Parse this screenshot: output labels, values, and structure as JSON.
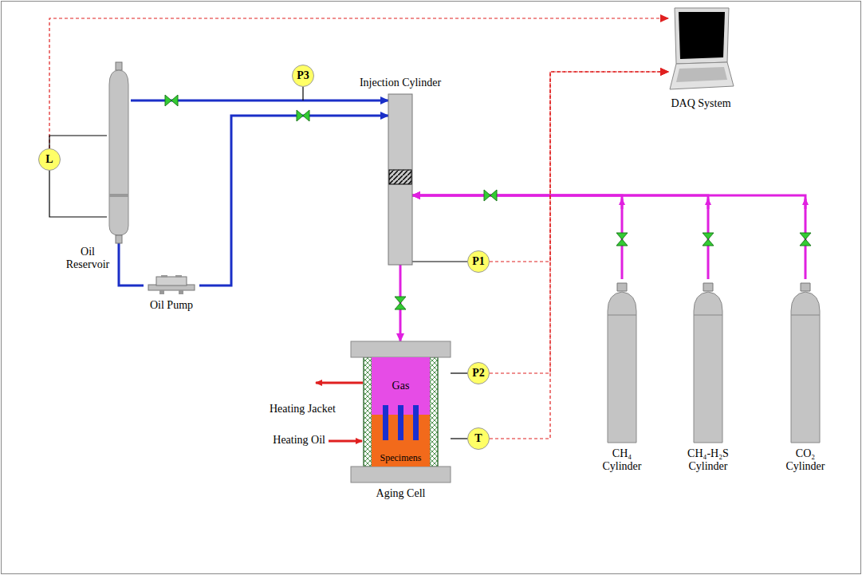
{
  "diagram": {
    "nodes": [
      {
        "text": [
          "Oil Reservoir"
        ]
      },
      {
        "text": [
          "Injection Cylinder"
        ]
      },
      {
        "text": [
          "Oil Pump"
        ]
      },
      {
        "text": [
          "DAQ System"
        ]
      },
      {
        "text": [
          "Aging Cell"
        ]
      },
      {
        "text": [
          "Gas"
        ],
        "in": 4
      },
      {
        "text": [
          "Specimens"
        ],
        "in": 4
      },
      {
        "text": [
          "CH₄ Cylinder"
        ]
      },
      {
        "text": [
          "CH₄-H₂S Cylinder"
        ]
      },
      {
        "text": [
          "CO₂ Cylinder"
        ]
      },
      {
        "text": [
          "L"
        ]
      },
      {
        "text": [
          "P3"
        ]
      },
      {
        "text": [
          "P1"
        ]
      },
      {
        "text": [
          "P2"
        ]
      },
      {
        "text": [
          "T"
        ]
      }
    ],
    "edges": [
      {
        "from": 0,
        "to": 1,
        "arrow": "to"
      },
      {
        "from": 0,
        "to": 2,
        "arrow": "none"
      },
      {
        "from": 2,
        "to": 1,
        "arrow": "to"
      },
      {
        "from": 7,
        "to": 1,
        "arrow": "to"
      },
      {
        "from": 8,
        "to": 1,
        "arrow": "to"
      },
      {
        "from": 9,
        "to": 1,
        "arrow": "to"
      },
      {
        "from": 1,
        "to": 4,
        "arrow": "to"
      },
      {
        "from": 10,
        "to": 3,
        "arrow": "to"
      },
      {
        "from": 12,
        "to": 3,
        "arrow": "to"
      },
      {
        "from": 13,
        "to": 3,
        "arrow": "to"
      },
      {
        "from": 14,
        "to": 3,
        "arrow": "to"
      },
      {
        "from": 10,
        "to": 0,
        "arrow": "none"
      },
      {
        "from": 12,
        "to": 1,
        "arrow": "none"
      },
      {
        "from": 13,
        "to": 4,
        "arrow": "none"
      },
      {
        "from": 14,
        "to": 4,
        "arrow": "none"
      }
    ],
    "labels": [
      "Heating Jacket",
      "Heating Oil"
    ]
  }
}
